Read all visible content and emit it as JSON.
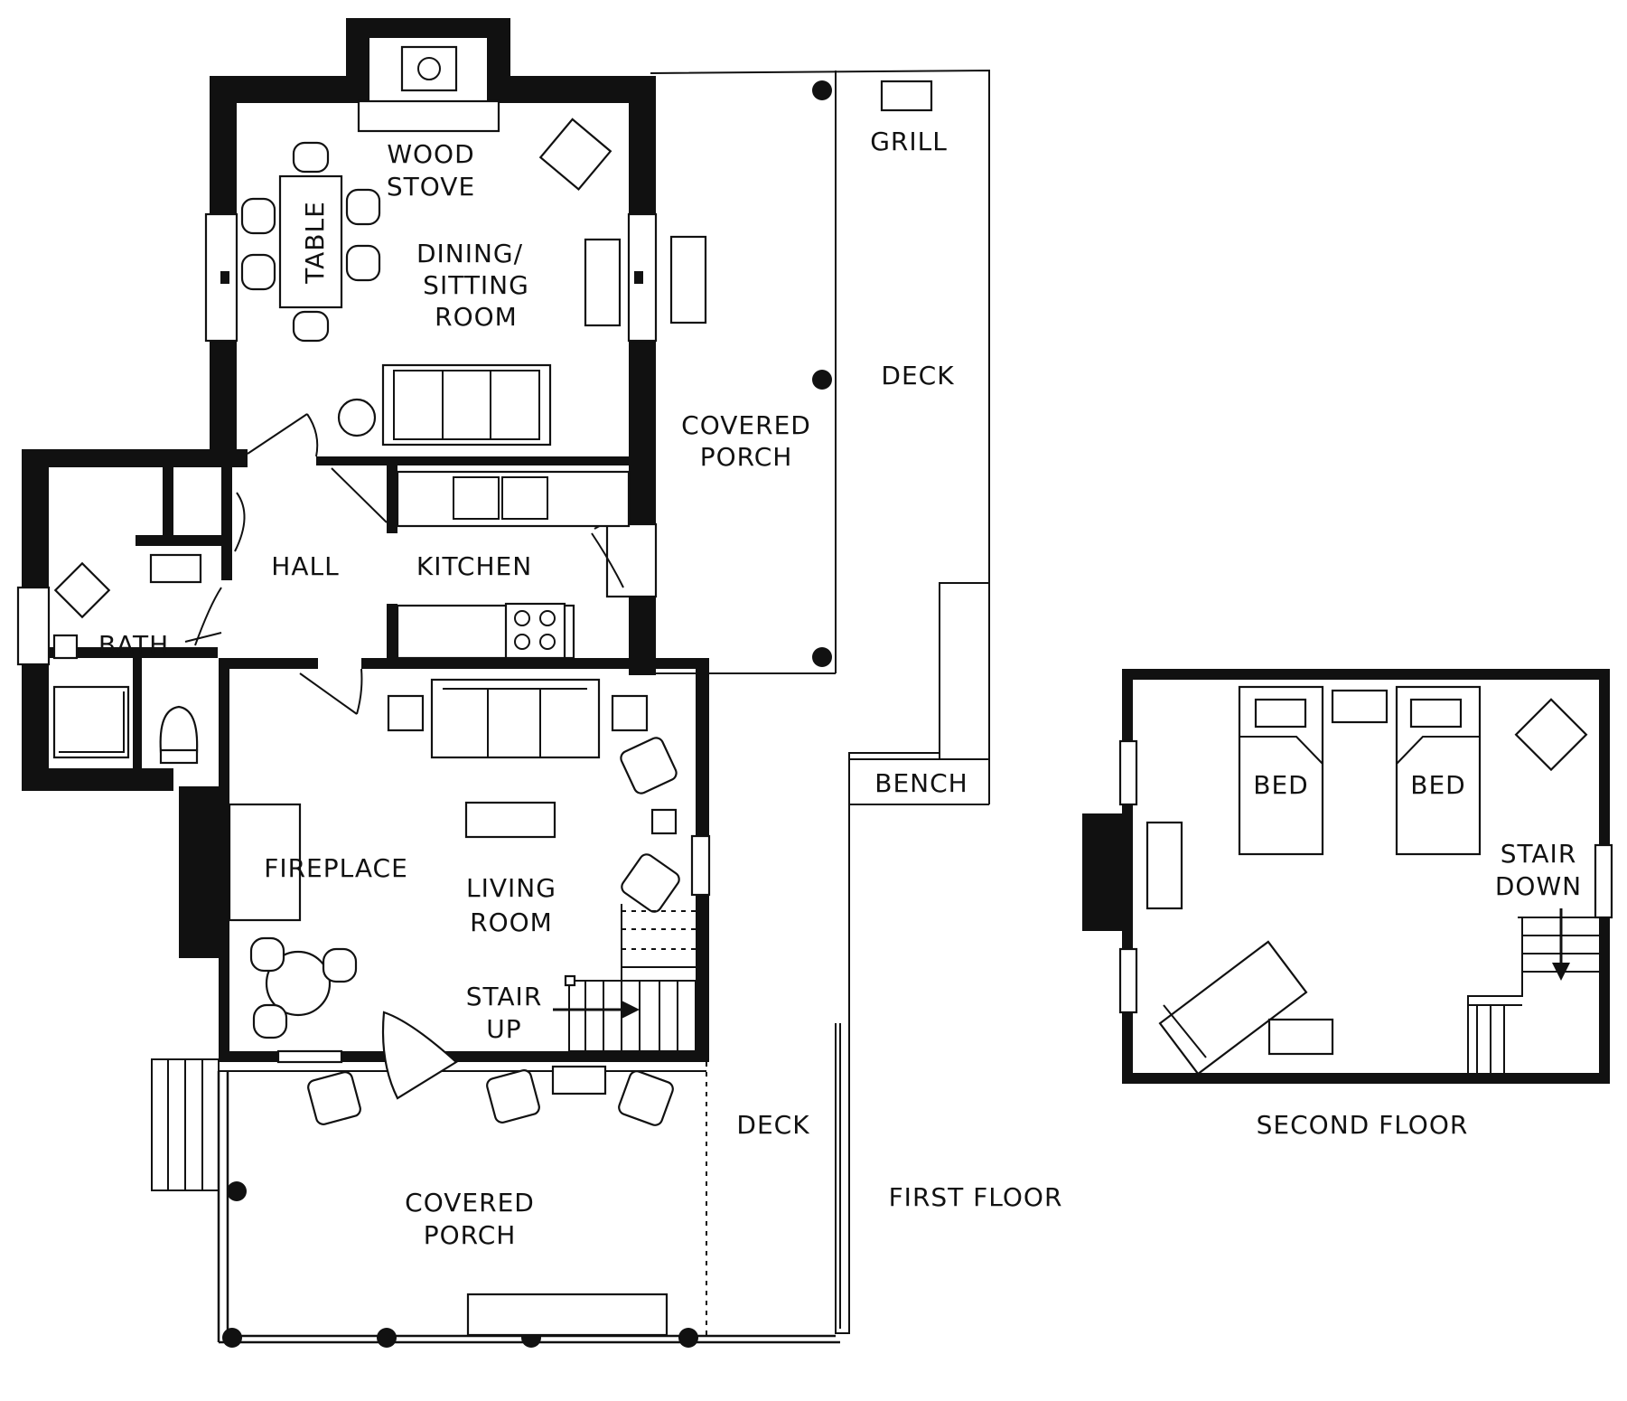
{
  "floors": {
    "first": {
      "title": "FIRST FLOOR",
      "rooms": {
        "wood_stove": [
          "WOOD",
          "STOVE"
        ],
        "table": "TABLE",
        "dining": [
          "DINING/",
          "SITTING",
          "ROOM"
        ],
        "grill": "GRILL",
        "deck_upper": "DECK",
        "covered_porch_east": [
          "COVERED",
          "PORCH"
        ],
        "hall": "HALL",
        "kitchen": "KITCHEN",
        "bath": "BATH",
        "bench": "BENCH",
        "fireplace": "FIREPLACE",
        "living": [
          "LIVING",
          "ROOM"
        ],
        "stair_up": [
          "STAIR",
          "UP"
        ],
        "deck_lower": "DECK",
        "covered_porch_south": [
          "COVERED",
          "PORCH"
        ]
      }
    },
    "second": {
      "title": "SECOND FLOOR",
      "rooms": {
        "bed_1": "BED",
        "bed_2": "BED",
        "stair_down": [
          "STAIR",
          "DOWN"
        ]
      }
    }
  }
}
